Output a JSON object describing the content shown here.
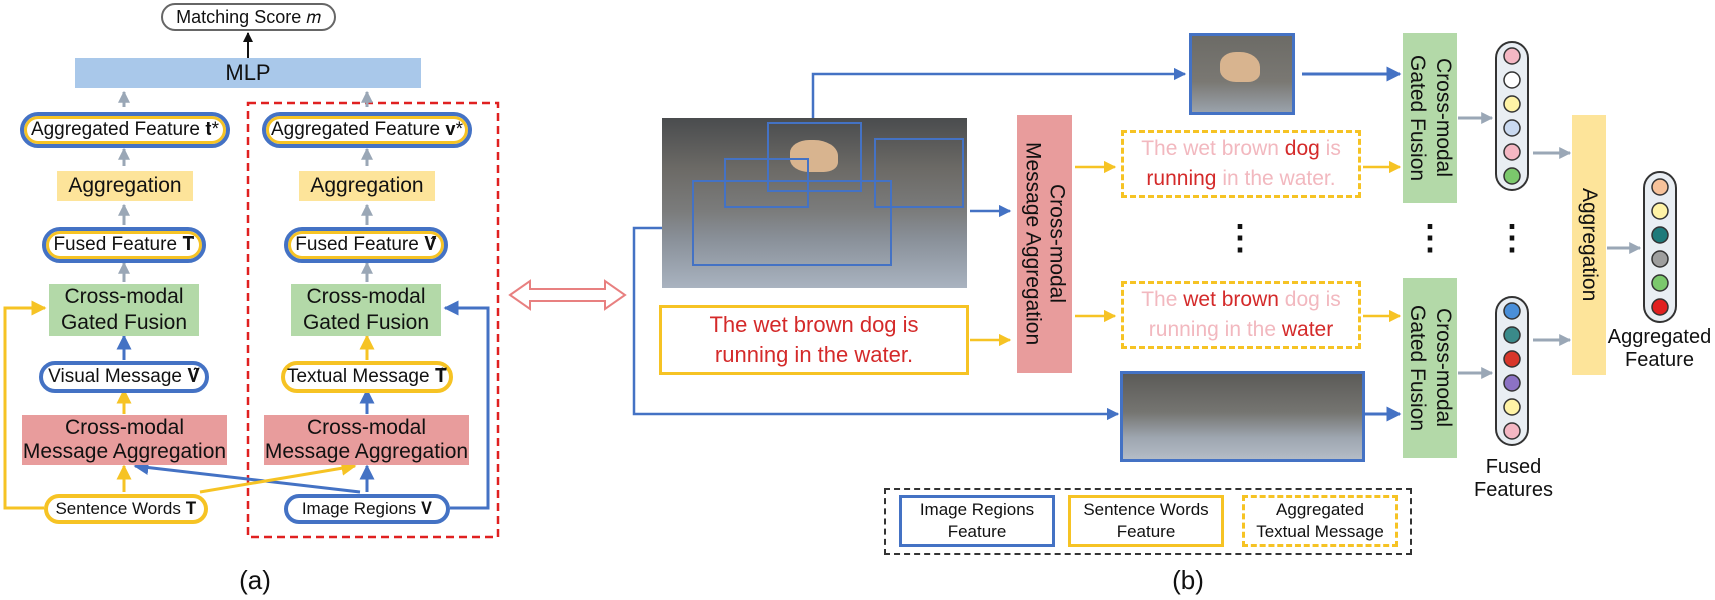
{
  "panel_a": {
    "matching_score": "Matching Score 𝑚",
    "mlp": "MLP",
    "left": {
      "aggregated_feature": "Aggregated Feature 𝐭*",
      "aggregation": "Aggregation",
      "fused_feature": "Fused Feature 𝐓̂",
      "gated_fusion": [
        "Cross-modal",
        "Gated Fusion"
      ],
      "message": "Visual Message 𝐕̃",
      "message_aggregation": [
        "Cross-modal",
        "Message Aggregation"
      ],
      "input": "Sentence Words 𝐓"
    },
    "right": {
      "aggregated_feature": "Aggregated Feature 𝐯*",
      "aggregation": "Aggregation",
      "fused_feature": "Fused Feature 𝐕̂",
      "gated_fusion": [
        "Cross-modal",
        "Gated Fusion"
      ],
      "message": "Textual Message 𝐓̃",
      "message_aggregation": [
        "Cross-modal",
        "Message Aggregation"
      ],
      "input": "Image Regions 𝐕"
    },
    "caption": "(a)"
  },
  "panel_b": {
    "sentence": [
      "The wet brown dog is",
      "running in the water."
    ],
    "message_aggregation_vertical": [
      "Cross-modal",
      "Message Aggregation"
    ],
    "messages_top": [
      [
        {
          "t": "The wet brown ",
          "s": "faint"
        },
        {
          "t": "dog",
          "s": "bright"
        },
        {
          "t": " is",
          "s": "faint"
        }
      ],
      [
        {
          "t": "running",
          "s": "bright"
        },
        {
          "t": " in the water.",
          "s": "faint"
        }
      ]
    ],
    "messages_bottom": [
      [
        {
          "t": "The ",
          "s": "faint"
        },
        {
          "t": "wet brown",
          "s": "bright"
        },
        {
          "t": " dog is",
          "s": "faint"
        }
      ],
      [
        {
          "t": "running in the ",
          "s": "faint"
        },
        {
          "t": "water",
          "s": "bright"
        }
      ]
    ],
    "dots": "⋮",
    "gated_fusion_vertical": [
      "Cross-modal",
      "Gated Fusion"
    ],
    "aggregation_vertical": "Aggregation",
    "fused_features": [
      "Fused",
      "Features"
    ],
    "aggregated_feature": [
      "Aggregated",
      "Feature"
    ],
    "top_vector_colors": [
      "#f4b7c3",
      "#ffffff",
      "#fff3a6",
      "#c9d9f0",
      "#f4b7c3",
      "#7bc86c"
    ],
    "bottom_vector_colors": [
      "#4a8fd9",
      "#3a8a8a",
      "#d8362a",
      "#8c72c4",
      "#fff3a6",
      "#f4b7c3"
    ],
    "final_vector_colors": [
      "#f7c29a",
      "#fff3a6",
      "#1e7a7a",
      "#9e9e9e",
      "#7bc86c",
      "#e02020"
    ],
    "caption": "(b)"
  },
  "legend": {
    "image_regions": [
      "Image Regions",
      "Feature"
    ],
    "sentence_words": [
      "Sentence Words",
      "Feature"
    ],
    "aggregated_message": [
      "Aggregated",
      "Textual Message"
    ]
  },
  "colors": {
    "blue": "#4472c4",
    "yellow": "#f6c324",
    "red_dash": "#e02020",
    "double_arrow": "#e88080",
    "mlp": "#a9c8ea",
    "aggregation": "#fde49a",
    "gated_fusion": "#b3d9a8",
    "message_aggregation": "#e89c9c"
  }
}
